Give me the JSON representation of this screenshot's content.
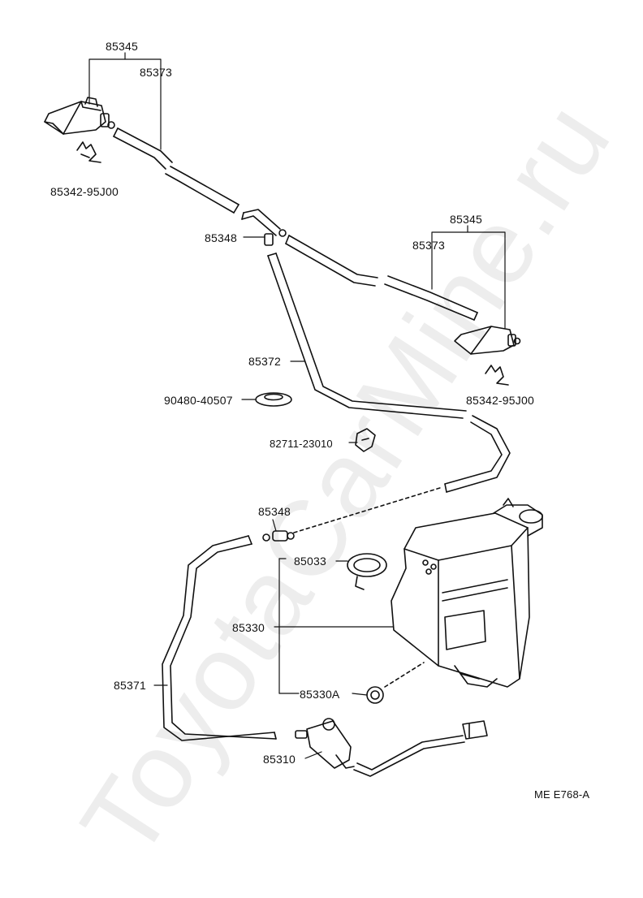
{
  "watermark": "ToyotaCarMine.ru",
  "drawing_code": "ME E768-A",
  "labels": {
    "p85345_top": "85345",
    "p85373_top": "85373",
    "p85342_top": "85342-95J00",
    "p85348_upper": "85348",
    "p85345_right": "85345",
    "p85373_right": "85373",
    "p85372": "85372",
    "p90480": "90480-40507",
    "p85342_right": "85342-95J00",
    "p82711": "82711-23010",
    "p85348_lower": "85348",
    "p85033": "85033",
    "p85330": "85330",
    "p85371": "85371",
    "p85330A": "85330A",
    "p85310": "85310"
  },
  "colors": {
    "ink": "#111111",
    "paper": "#ffffff"
  }
}
